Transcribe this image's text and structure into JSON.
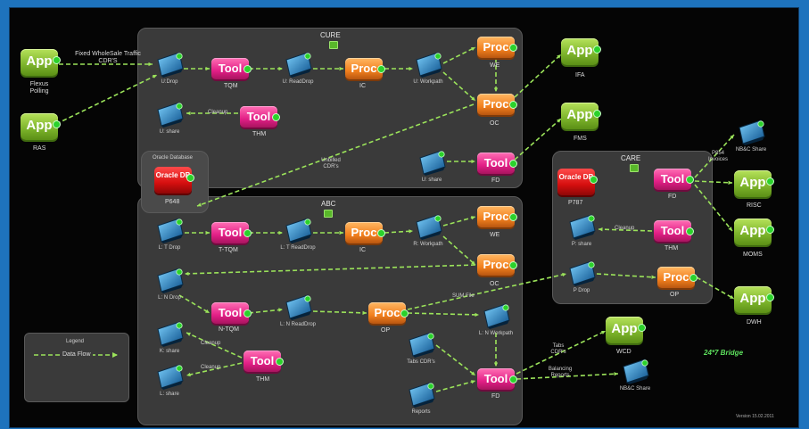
{
  "panels": {
    "cure": {
      "title": "CURE"
    },
    "abc": {
      "title": "ABC"
    },
    "care": {
      "title": "CARE"
    },
    "p648_box": {
      "title": "Oracle Database"
    }
  },
  "apps": [
    {
      "id": "flexus",
      "label": "Flexus Polling",
      "text": "App"
    },
    {
      "id": "ras",
      "label": "RAS",
      "text": "App"
    },
    {
      "id": "ifa",
      "label": "IFA",
      "text": "App"
    },
    {
      "id": "fms",
      "label": "FMS",
      "text": "App"
    },
    {
      "id": "risc",
      "label": "RISC",
      "text": "App"
    },
    {
      "id": "moms",
      "label": "MOMS",
      "text": "App"
    },
    {
      "id": "dwh",
      "label": "DWH",
      "text": "App"
    },
    {
      "id": "wcd",
      "label": "WCD",
      "text": "App"
    }
  ],
  "tools": [
    {
      "id": "tqm",
      "label": "TQM",
      "text": "Tool"
    },
    {
      "id": "thm_cure",
      "label": "THM",
      "text": "Tool"
    },
    {
      "id": "fd_cure",
      "label": "FD",
      "text": "Tool"
    },
    {
      "id": "ttqm",
      "label": "T-TQM",
      "text": "Tool"
    },
    {
      "id": "ntqm",
      "label": "N-TQM",
      "text": "Tool"
    },
    {
      "id": "thm_abc",
      "label": "THM",
      "text": "Tool"
    },
    {
      "id": "fd_abc",
      "label": "FD",
      "text": "Tool"
    },
    {
      "id": "fd_care",
      "label": "FD",
      "text": "Tool"
    },
    {
      "id": "thm_care",
      "label": "THM",
      "text": "Tool"
    }
  ],
  "procs": [
    {
      "id": "ic_cure",
      "label": "IC",
      "text": "Proc"
    },
    {
      "id": "we_cure",
      "label": "WE",
      "text": "Proc"
    },
    {
      "id": "oc_cure",
      "label": "OC",
      "text": "Proc"
    },
    {
      "id": "ic_abc",
      "label": "IC",
      "text": "Proc"
    },
    {
      "id": "we_abc",
      "label": "WE",
      "text": "Proc"
    },
    {
      "id": "oc_abc",
      "label": "OC",
      "text": "Proc"
    },
    {
      "id": "op_abc",
      "label": "OP",
      "text": "Proc"
    },
    {
      "id": "op_care",
      "label": "OP",
      "text": "Proc"
    }
  ],
  "oracles": [
    {
      "id": "p648",
      "label": "P648",
      "text": "Oracle DB"
    },
    {
      "id": "p787",
      "label": "P787",
      "text": "Oracle DB"
    }
  ],
  "folders": [
    {
      "id": "udrop",
      "label": "U:Drop"
    },
    {
      "id": "ureaddrop",
      "label": "U: ReadDrop"
    },
    {
      "id": "uworkpath",
      "label": "U: Workpath"
    },
    {
      "id": "ushare1",
      "label": "U: share"
    },
    {
      "id": "ushare2",
      "label": "U: share"
    },
    {
      "id": "ltdrop",
      "label": "L: T Drop"
    },
    {
      "id": "ltreaddrop",
      "label": "L: T ReadDrop"
    },
    {
      "id": "rworkpath",
      "label": "R: Workpath"
    },
    {
      "id": "lndrop",
      "label": "L: N Drop"
    },
    {
      "id": "lnreaddrop",
      "label": "L: N ReadDrop"
    },
    {
      "id": "lnworkpath",
      "label": "L: N Workpath"
    },
    {
      "id": "kshare",
      "label": "K: share"
    },
    {
      "id": "lshare",
      "label": "L: share"
    },
    {
      "id": "tabscdrs",
      "label": "Tabs CDR's"
    },
    {
      "id": "reports",
      "label": "Reports"
    },
    {
      "id": "pshare",
      "label": "P: share"
    },
    {
      "id": "pdrop",
      "label": "P Drop"
    },
    {
      "id": "nbcshare_top",
      "label": "NB&C Share"
    },
    {
      "id": "nbcshare_bot",
      "label": "NB&C Share"
    }
  ],
  "edge_labels": {
    "fixed": "Fixed WholeSale Traffic CDR'S",
    "cleanup1": "Cleanup",
    "unbilled": "Unbilled CDR's",
    "cleanup2": "Cleanup",
    "sum_file": "SUM File",
    "cleanup3": "Cleanup",
    "cleanup4": "Cleanup",
    "p854": "P854 Invoices",
    "tabs_cdrs": "Tabs CDR's",
    "balancing": "Balancing Reports"
  },
  "legend": {
    "title": "Legend",
    "item": "Data Flow"
  },
  "bridge": "24*7 Bridge",
  "version": "Version 15.02.2011",
  "colors": {
    "flow": "#9be35a",
    "panel": "#3a3a3a",
    "frame": "#1e73bd"
  }
}
